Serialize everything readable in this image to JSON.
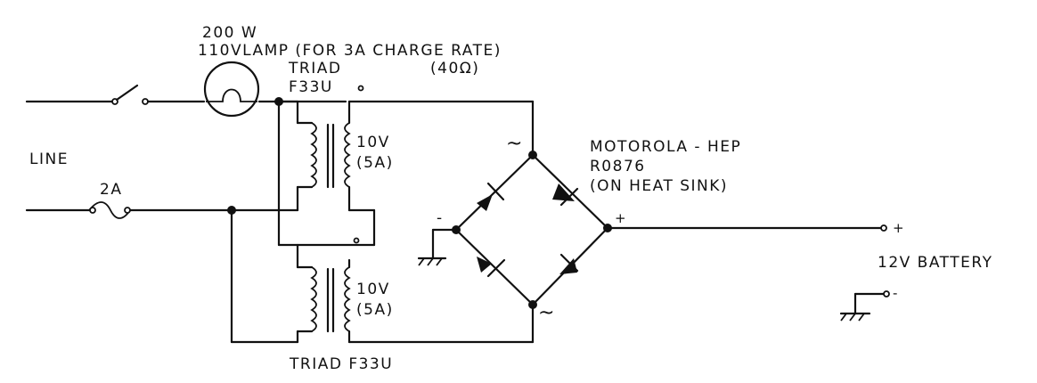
{
  "labels": {
    "lamp_power": "200 W",
    "lamp_desc": "110VLAMP (FOR 3A CHARGE RATE)",
    "lamp_resistance": "(40Ω)",
    "transformer_top_brand": "TRIAD",
    "transformer_top_model": "F33U",
    "transformer_bottom": "TRIAD  F33U",
    "secondary_top_voltage": "10V",
    "secondary_top_current": "(5A)",
    "secondary_bottom_voltage": "10V",
    "secondary_bottom_current": "(5A)",
    "line": "LINE",
    "fuse": "2A",
    "bridge_line1": "MOTOROLA - HEP",
    "bridge_line2": "R0876",
    "bridge_line3": "(ON HEAT SINK)",
    "bridge_minus": "-",
    "bridge_plus": "+",
    "ac_top": "~",
    "ac_bottom": "~",
    "battery": "12V BATTERY",
    "battery_plus": "+",
    "battery_minus": "-"
  }
}
